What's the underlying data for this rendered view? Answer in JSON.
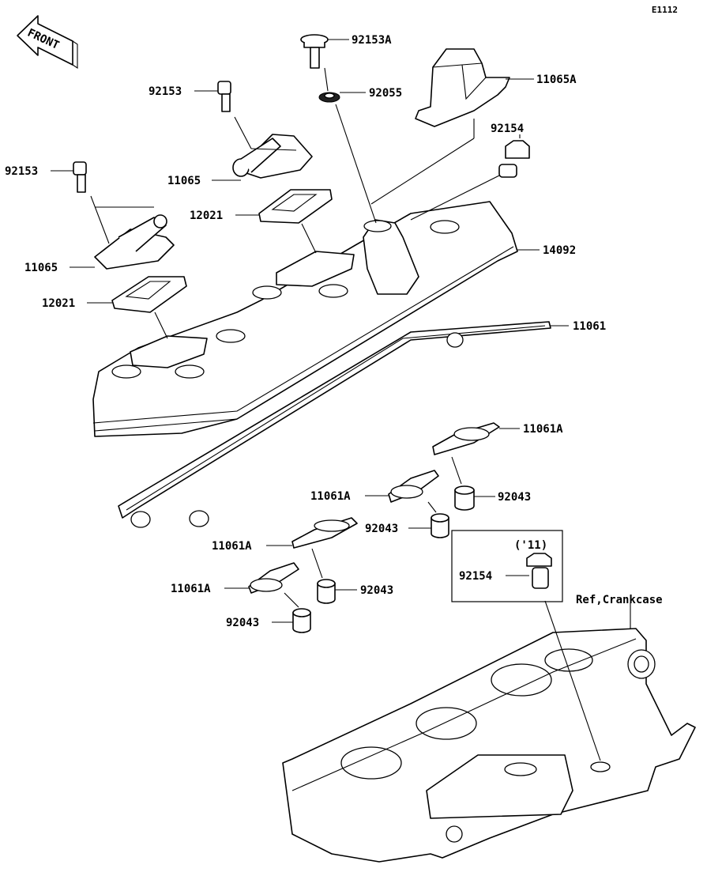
{
  "diagram_code": "E1112",
  "front_label": "FRONT",
  "year_box_label": "('11)",
  "ref_label": "Ref,Crankcase",
  "callouts": {
    "c92153A": "92153A",
    "c92055": "92055",
    "c11065A": "11065A",
    "c92154a": "92154",
    "c92153a": "92153",
    "c11065a": "11065",
    "c92153b": "92153",
    "c12021a": "12021",
    "c11065b": "11065",
    "c14092": "14092",
    "c12021b": "12021",
    "c11061": "11061",
    "c11061Aa": "11061A",
    "c11061Ab": "11061A",
    "c92043a": "92043",
    "c92043b": "92043",
    "c11061Ac": "11061A",
    "c92043c": "92043",
    "c11061Ad": "11061A",
    "c92043d": "92043",
    "c92154b": "92154"
  }
}
